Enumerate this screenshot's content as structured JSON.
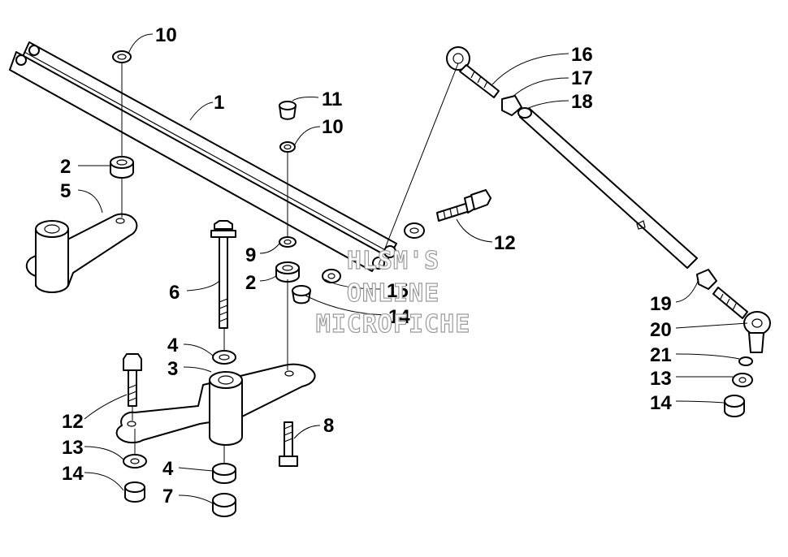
{
  "callouts": {
    "c10a": "10",
    "c1": "1",
    "c11": "11",
    "c10b": "10",
    "c2a": "2",
    "c5": "5",
    "c6": "6",
    "c9": "9",
    "c2b": "2",
    "c15": "15",
    "c14a": "14",
    "c12a": "12",
    "c4a": "4",
    "c3": "3",
    "c12b": "12",
    "c13a": "13",
    "c14b": "14",
    "c4b": "4",
    "c7": "7",
    "c8": "8",
    "c16": "16",
    "c17": "17",
    "c18": "18",
    "c19": "19",
    "c20": "20",
    "c21": "21",
    "c13b": "13",
    "c14c": "14"
  },
  "watermark": {
    "line1": "HLSM'S",
    "line2": "ONLINE",
    "line3": "MICROFICHE"
  }
}
